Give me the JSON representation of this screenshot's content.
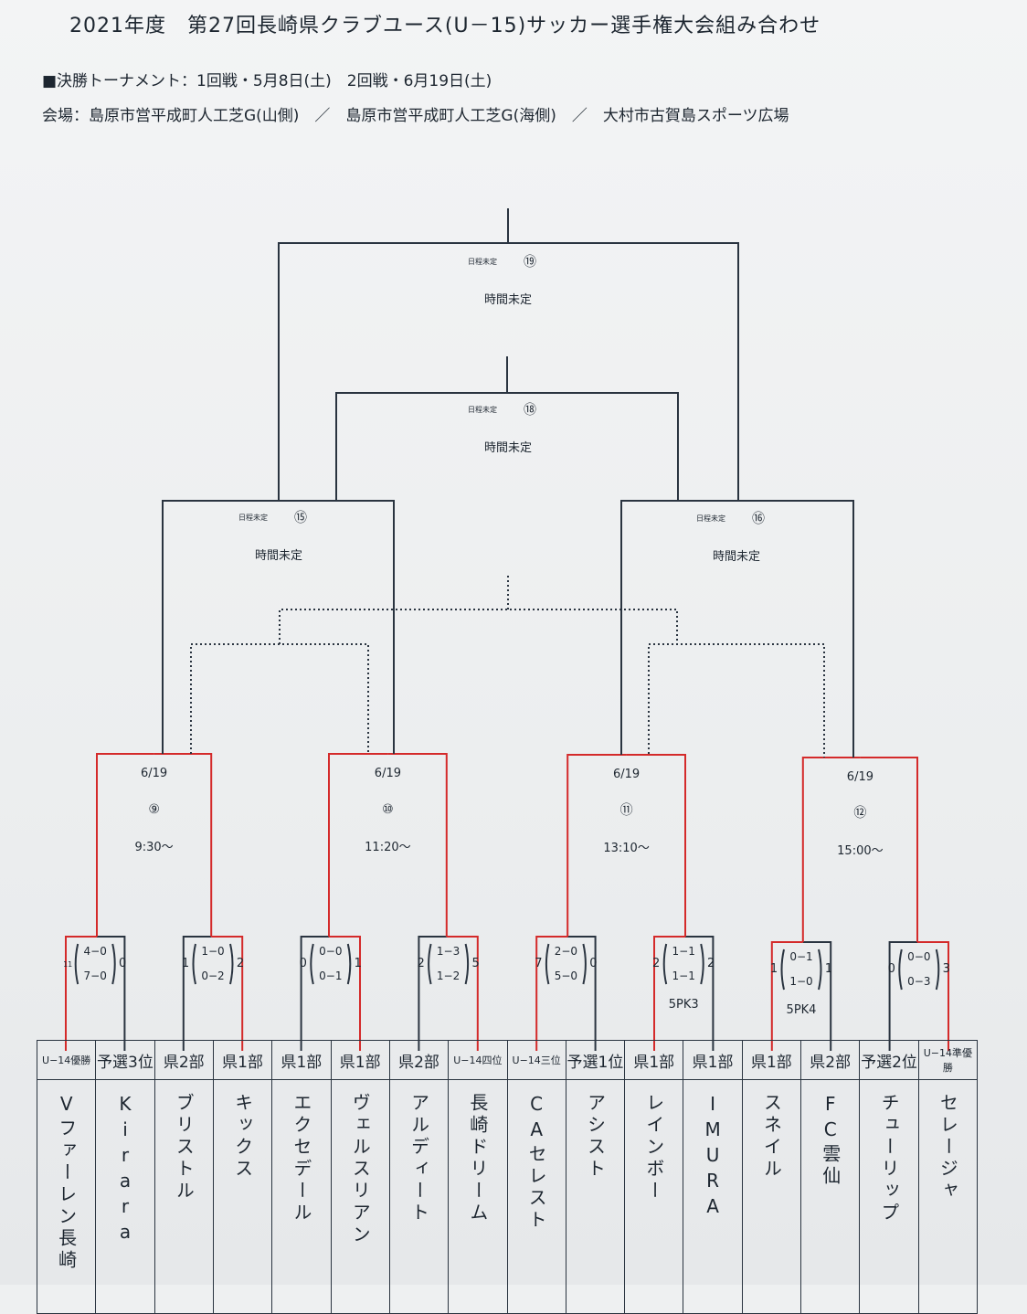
{
  "title": "2021年度　第27回長崎県クラブユース(U－15)サッカー選手権大会組み合わせ",
  "schedule_line": "■決勝トーナメント：1回戦・5月8日(土)　2回戦・6月19日(土)",
  "venue_line": "会場：島原市営平成町人工芝G(山側)　／　島原市営平成町人工芝G(海側)　／　大村市古賀島スポーツ広場",
  "final_matches": [
    {
      "id": "m19",
      "number": "⑲",
      "date": "日程未定",
      "time": "時間未定"
    },
    {
      "id": "m18",
      "number": "⑱",
      "date": "日程未定",
      "time": "時間未定"
    },
    {
      "id": "m15",
      "number": "⑮",
      "date": "日程未定",
      "time": "時間未定"
    },
    {
      "id": "m16",
      "number": "⑯",
      "date": "日程未定",
      "time": "時間未定"
    }
  ],
  "second_round": [
    {
      "id": "m9",
      "number": "⑨",
      "date": "6/19",
      "time": "9:30～"
    },
    {
      "id": "m10",
      "number": "⑩",
      "date": "6/19",
      "time": "11:20～"
    },
    {
      "id": "m11",
      "number": "⑪",
      "date": "6/19",
      "time": "13:10～"
    },
    {
      "id": "m12",
      "number": "⑫",
      "date": "6/19",
      "time": "15:00～"
    }
  ],
  "first_round": [
    {
      "left_total": "11",
      "half1": "4−0",
      "half2": "7−0",
      "right_total": "0",
      "pk": ""
    },
    {
      "left_total": "1",
      "half1": "1−0",
      "half2": "0−2",
      "right_total": "2",
      "pk": ""
    },
    {
      "left_total": "0",
      "half1": "0−0",
      "half2": "0−1",
      "right_total": "1",
      "pk": ""
    },
    {
      "left_total": "2",
      "half1": "1−3",
      "half2": "1−2",
      "right_total": "5",
      "pk": ""
    },
    {
      "left_total": "7",
      "half1": "2−0",
      "half2": "5−0",
      "right_total": "0",
      "pk": ""
    },
    {
      "left_total": "2",
      "half1": "1−1",
      "half2": "1−1",
      "right_total": "2",
      "pk": "5PK3"
    },
    {
      "left_total": "1",
      "half1": "0−1",
      "half2": "1−0",
      "right_total": "1",
      "pk": "5PK4"
    },
    {
      "left_total": "0",
      "half1": "0−0",
      "half2": "0−3",
      "right_total": "3",
      "pk": ""
    }
  ],
  "teams": [
    {
      "rank": "U−14優勝",
      "name": "Vファーレン長崎"
    },
    {
      "rank": "予選3位",
      "name": "Kirara"
    },
    {
      "rank": "県2部",
      "name": "ブリストル"
    },
    {
      "rank": "県1部",
      "name": "キックス"
    },
    {
      "rank": "県1部",
      "name": "エクセデール"
    },
    {
      "rank": "県1部",
      "name": "ヴェルスリアン"
    },
    {
      "rank": "県2部",
      "name": "アルディート"
    },
    {
      "rank": "U−14四位",
      "name": "長崎ドリーム"
    },
    {
      "rank": "U−14三位",
      "name": "CAセレスト"
    },
    {
      "rank": "予選1位",
      "name": "アシスト"
    },
    {
      "rank": "県1部",
      "name": "レインボー"
    },
    {
      "rank": "県1部",
      "name": "IMURA"
    },
    {
      "rank": "県1部",
      "name": "スネイル"
    },
    {
      "rank": "県2部",
      "name": "FC雲仙"
    },
    {
      "rank": "予選2位",
      "name": "チューリップ"
    },
    {
      "rank": "U−14準優勝",
      "name": "セレージャ"
    }
  ],
  "colors": {
    "line": "#2a3440",
    "winner": "#d42a2a",
    "paper": "#eef0f1"
  }
}
